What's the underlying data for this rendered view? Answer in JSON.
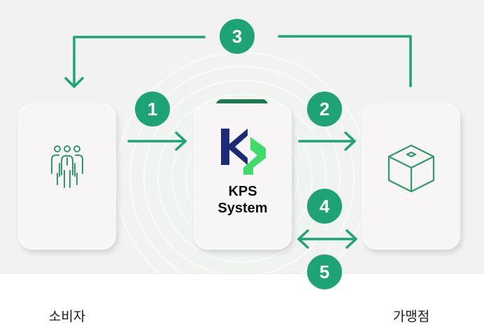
{
  "diagram": {
    "nodes": [
      {
        "id": "consumer",
        "label": "소비자",
        "icon": "people-group-icon"
      },
      {
        "id": "kps",
        "label_line1": "KPS",
        "label_line2": "System",
        "icon": "kps-logo-icon"
      },
      {
        "id": "merchant",
        "label": "가맹점",
        "icon": "box-cube-icon"
      }
    ],
    "steps": [
      {
        "number": "1",
        "from": "consumer",
        "to": "kps",
        "direction": "right"
      },
      {
        "number": "2",
        "from": "kps",
        "to": "merchant",
        "direction": "right"
      },
      {
        "number": "3",
        "from": "merchant",
        "to": "consumer",
        "direction": "loop-over-top"
      },
      {
        "number": "4",
        "between": [
          "kps",
          "merchant"
        ],
        "direction": "bidirectional"
      },
      {
        "number": "5",
        "between": [
          "kps",
          "merchant"
        ],
        "direction": "bidirectional"
      }
    ]
  },
  "colors": {
    "accent_green": "#1ea377",
    "logo_navy": "#1c2b78",
    "logo_green": "#3fdc6a",
    "icon_green": "#2e9a6a",
    "panel_bg": "#f2f2f2",
    "card_bg": "#f7f5f6"
  }
}
